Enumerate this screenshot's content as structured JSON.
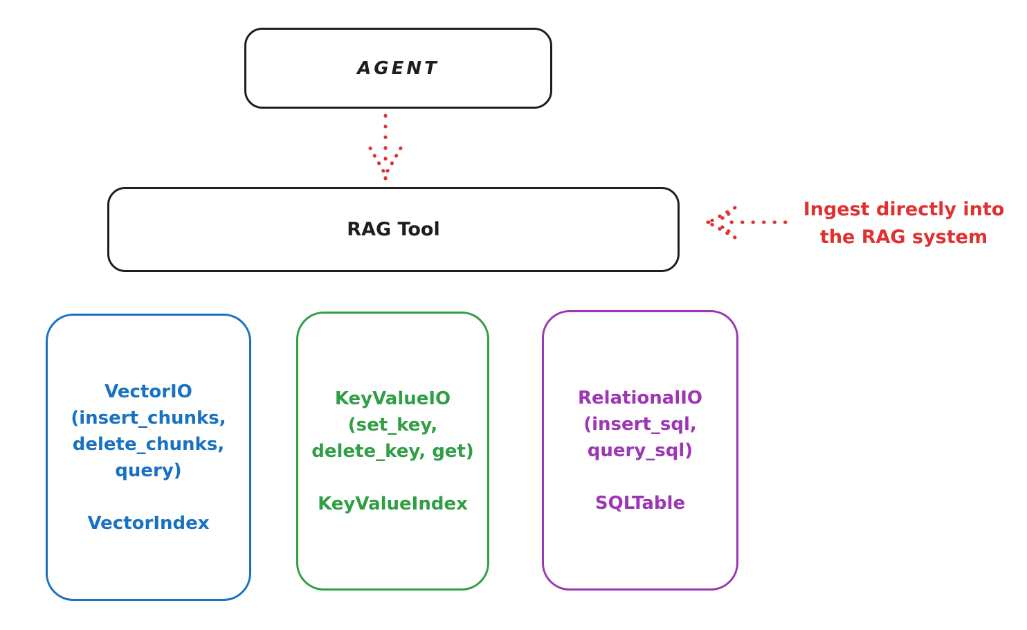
{
  "nodes": {
    "agent": {
      "label": "AGENT"
    },
    "rag_tool": {
      "label": "RAG Tool"
    },
    "vector": {
      "lines": [
        "VectorIO",
        "(insert_chunks,",
        "delete_chunks,",
        "query)"
      ],
      "footer": "VectorIndex",
      "color": "#1971c2"
    },
    "keyvalue": {
      "lines": [
        "KeyValueIO",
        "(set_key,",
        "delete_key, get)"
      ],
      "footer": "KeyValueIndex",
      "color": "#2f9e44"
    },
    "relational": {
      "lines": [
        "RelationalIO",
        "(insert_sql,",
        "query_sql)"
      ],
      "footer": "SQLTable",
      "color": "#9c36b5"
    }
  },
  "annotation": {
    "lines": [
      "Ingest directly into",
      "the RAG system"
    ],
    "color": "#e03131"
  },
  "colors": {
    "stroke": "#1e1e1e",
    "accent_red": "#e03131",
    "accent_blue": "#1971c2",
    "accent_green": "#2f9e44",
    "accent_purple": "#9c36b5",
    "background": "#ffffff"
  }
}
